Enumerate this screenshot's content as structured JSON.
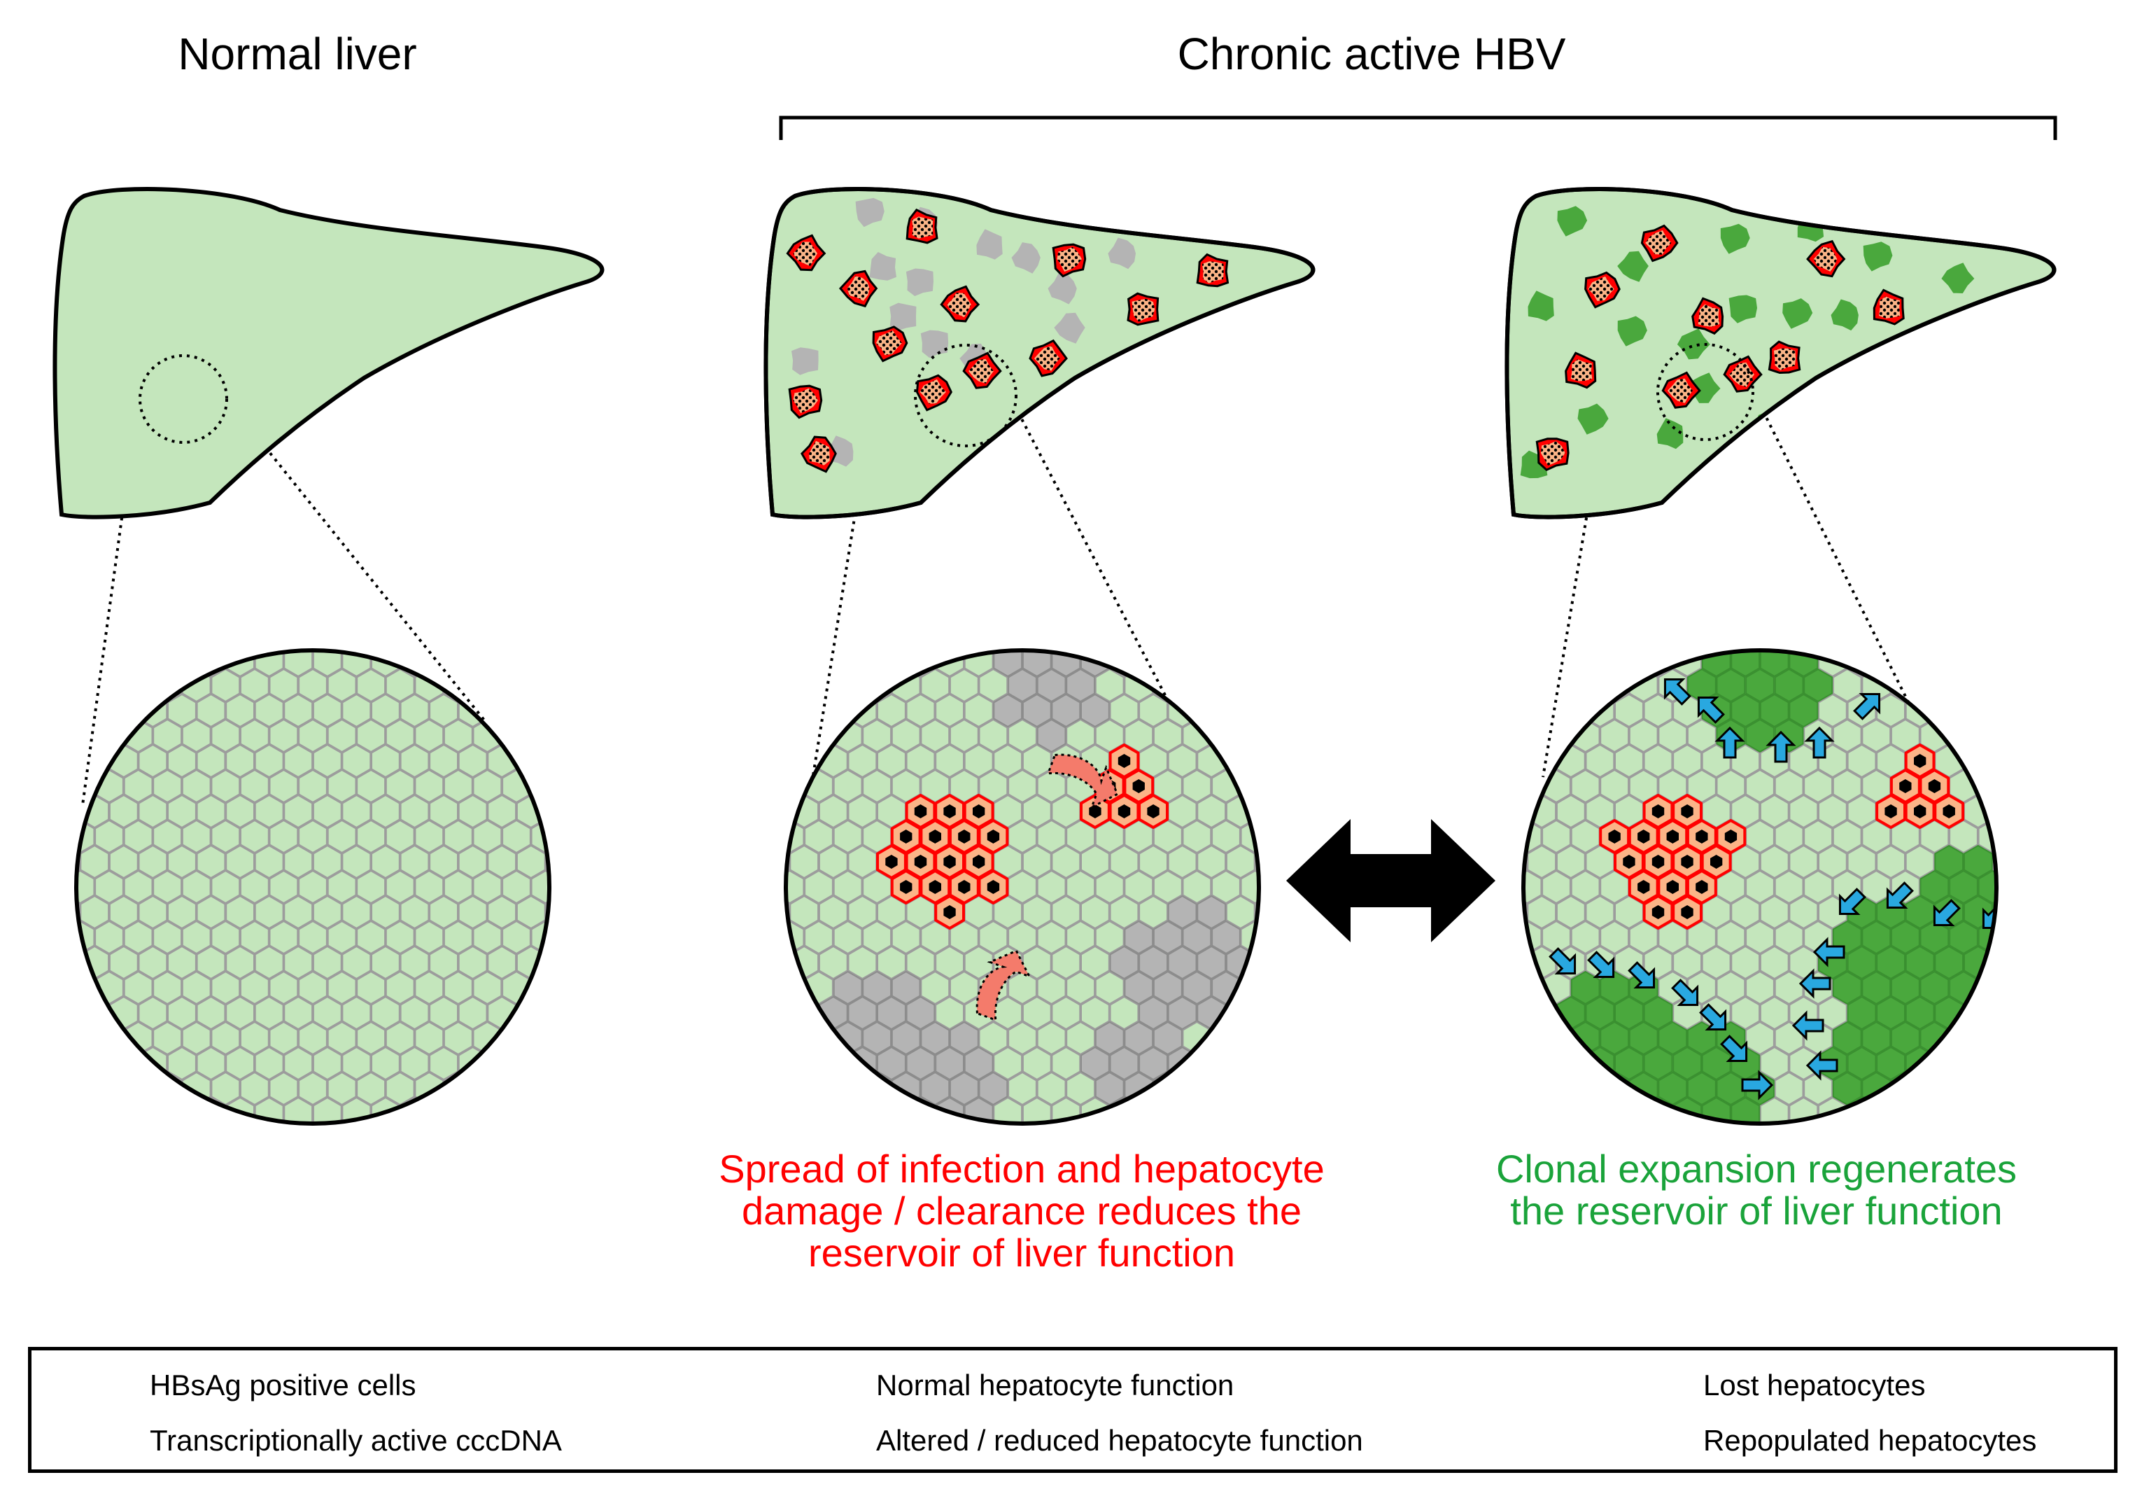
{
  "headings": {
    "normal": "Normal liver",
    "chronic": "Chronic active HBV"
  },
  "captions": {
    "damage": "Spread of infection and hepatocyte\ndamage / clearance reduces the\nreservoir of liver function",
    "regeneration": "Clonal expansion regenerates\nthe reservoir of liver function"
  },
  "legend": [
    {
      "label": "HBsAg positive cells",
      "icon": "hbsag-positive-cell-icon"
    },
    {
      "label": "Transcriptionally active cccDNA",
      "icon": "cccdna-icon"
    },
    {
      "label": "Normal hepatocyte function",
      "icon": "normal-hepatocyte-icon"
    },
    {
      "label": "Altered / reduced hepatocyte function",
      "icon": "altered-hepatocyte-icon"
    },
    {
      "label": "Lost hepatocytes",
      "icon": "lost-hepatocyte-icon"
    },
    {
      "label": "Repopulated hepatocytes",
      "icon": "repopulated-hepatocyte-icon"
    }
  ],
  "colors": {
    "normal_fill": "#c4e6bc",
    "normal_stroke": "#9c9c9c",
    "altered_fill": "#fbb487",
    "hbsag_stroke": "#ff0000",
    "lost_fill": "#b4b4b4",
    "lost_stroke": "#8c8c8c",
    "repop_fill": "#4aa83d",
    "repop_stroke": "#3a9030",
    "cccdna_fill": "#000000",
    "arrow_blue": "#29a8e0",
    "damage_text": "#ff0000",
    "regen_text": "#1aa33a",
    "spread_arrow": "#f47b6b"
  }
}
